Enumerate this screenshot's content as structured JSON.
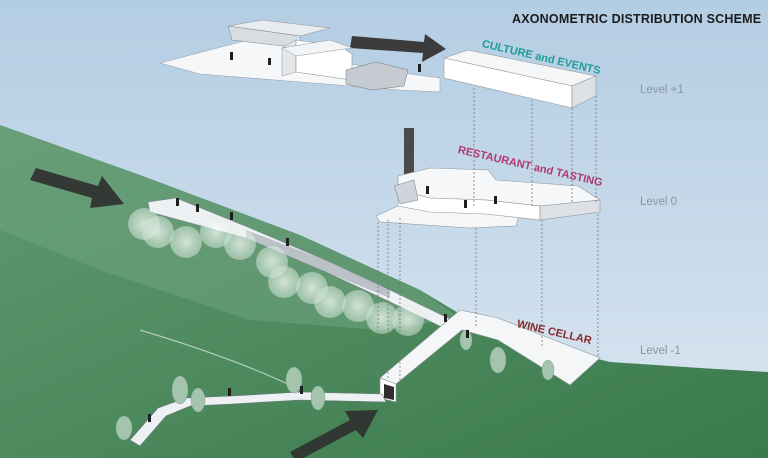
{
  "title": "AXONOMETRIC DISTRIBUTION SCHEME",
  "zones": [
    {
      "id": "culture",
      "label": "CULTURE and EVENTS",
      "color": "#1f9c93"
    },
    {
      "id": "restaurant",
      "label": "RESTAURANT and TASTING",
      "color": "#b03a72"
    },
    {
      "id": "cellar",
      "label": "WINE CELLAR",
      "color": "#8a2a2a"
    }
  ],
  "levels": [
    "Level +1",
    "Level 0",
    "Level -1"
  ],
  "colors": {
    "sky_top": "#b6cfe4",
    "sky_bottom": "#d9e6f0",
    "hill_light": "#7fad8b",
    "hill_dark": "#2f7042",
    "building": "#ffffff",
    "arrow": "#333333"
  }
}
